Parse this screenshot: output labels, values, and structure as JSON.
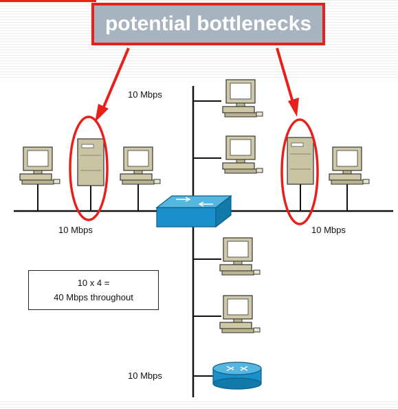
{
  "callout": {
    "text": "potential bottlenecks"
  },
  "labels": {
    "top_right_segment": "10 Mbps",
    "left_segment": "10 Mbps",
    "right_segment": "10 Mbps",
    "bottom_segment": "10 Mbps"
  },
  "throughput_box": {
    "line1": "10 x 4 =",
    "line2": "40 Mbps throughout"
  },
  "colors": {
    "highlight_red": "#e8201c",
    "callout_fill": "#a7b3bf",
    "switch_blue": "#1b8fc9",
    "device_beige": "#cfc9a8"
  }
}
